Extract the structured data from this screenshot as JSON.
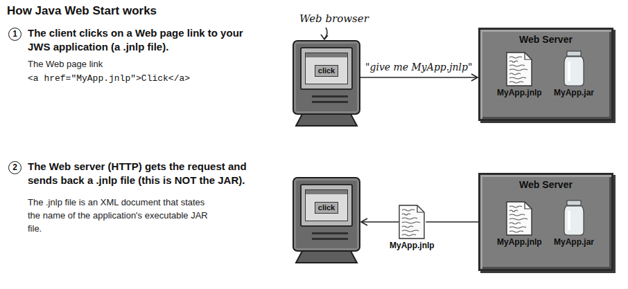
{
  "diagram": {
    "title": "How Java Web Start works",
    "nodes": [
      {
        "text": [
          "click"
        ]
      },
      {
        "text": [
          "Web Server"
        ]
      },
      {
        "text": [
          "MyApp.jnlp"
        ],
        "in": 1
      },
      {
        "text": [
          "MyApp.jar"
        ],
        "in": 1
      },
      {
        "text": [
          "click"
        ]
      },
      {
        "text": [
          "MyApp.jnlp"
        ]
      },
      {
        "text": [
          "Web Server"
        ]
      },
      {
        "text": [
          "MyApp.jnlp"
        ],
        "in": 6
      },
      {
        "text": [
          "MyApp.jar"
        ],
        "in": 6
      }
    ],
    "edges": [
      {
        "from": 0,
        "to": 1,
        "arrow": "to",
        "label": "\"give me MyApp.jnlp\""
      },
      {
        "from": 6,
        "to": 5,
        "arrow": "none"
      },
      {
        "from": 5,
        "to": 4,
        "arrow": "to"
      }
    ],
    "labels": [
      "1",
      "The client clicks on a Web page link to your JWS application (a .jnlp file).",
      "The Web page link",
      "<a href=\"MyApp.jnlp\">Click</a>",
      "Web browser",
      "2",
      "The Web server (HTTP) gets the request and sends back a .jnlp file (this is NOT the JAR).",
      "The .jnlp file is an XML document that states the name of the application's executable JAR file."
    ]
  }
}
